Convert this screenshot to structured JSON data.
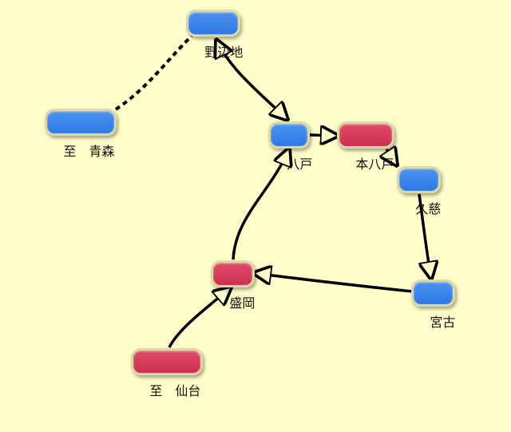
{
  "colors": {
    "background": "#fffdc9",
    "blue_node": "#3b82ec",
    "red_node": "#d43a5a",
    "node_border": "#ddd9a4",
    "edge": "#000000"
  },
  "nodes": {
    "noheji": {
      "label": "野辺地",
      "color": "blue"
    },
    "to_aomori": {
      "label": "至　青森",
      "color": "blue"
    },
    "hachinohe": {
      "label": "八戸",
      "color": "blue"
    },
    "honhachinohe": {
      "label": "本八戸",
      "color": "red"
    },
    "kuji": {
      "label": "久慈",
      "color": "blue"
    },
    "miyako": {
      "label": "宮古",
      "color": "blue"
    },
    "morioka": {
      "label": "盛岡",
      "color": "red"
    },
    "to_sendai": {
      "label": "至　仙台",
      "color": "red"
    }
  },
  "edges": [
    {
      "from": "to_aomori",
      "to": "noheji",
      "style": "dashed",
      "arrow": "none"
    },
    {
      "from": "noheji",
      "to": "hachinohe",
      "style": "solid",
      "arrow": "both"
    },
    {
      "from": "hachinohe",
      "to": "honhachinohe",
      "style": "solid",
      "arrow": "end"
    },
    {
      "from": "honhachinohe",
      "to": "kuji",
      "style": "solid",
      "arrow": "end"
    },
    {
      "from": "kuji",
      "to": "miyako",
      "style": "solid",
      "arrow": "end"
    },
    {
      "from": "miyako",
      "to": "morioka",
      "style": "solid",
      "arrow": "end"
    },
    {
      "from": "morioka",
      "to": "hachinohe",
      "style": "solid",
      "arrow": "end"
    },
    {
      "from": "to_sendai",
      "to": "morioka",
      "style": "solid",
      "arrow": "end"
    }
  ]
}
